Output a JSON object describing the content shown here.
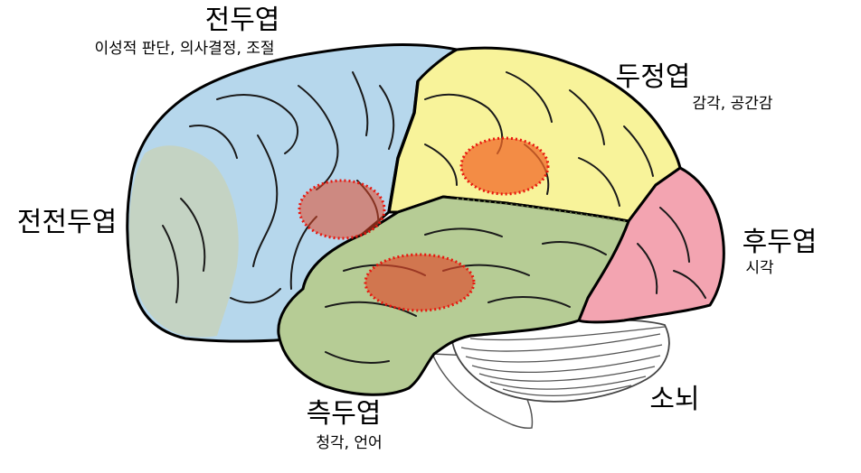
{
  "labels": {
    "frontal": {
      "title": "전두엽",
      "desc": "이성적 판단, 의사결정, 조절"
    },
    "parietal": {
      "title": "두정엽",
      "desc": "감각, 공간감"
    },
    "prefrontal": {
      "title": "전전두엽"
    },
    "occipital": {
      "title": "후두엽",
      "desc": "시각"
    },
    "temporal": {
      "title": "측두엽",
      "desc": "청각, 언어"
    },
    "cerebellum": {
      "title": "소뇌"
    }
  },
  "colors": {
    "frontal": "#b6d7ec",
    "prefrontal": "#c5d3bf",
    "parietal": "#f8f39a",
    "occipital": "#f3a4b1",
    "temporal": "#b6cc95",
    "cerebellum": "#ffffff",
    "highlight": "#e0482a",
    "highlight_border": "#e8160e",
    "outline": "#000000"
  }
}
